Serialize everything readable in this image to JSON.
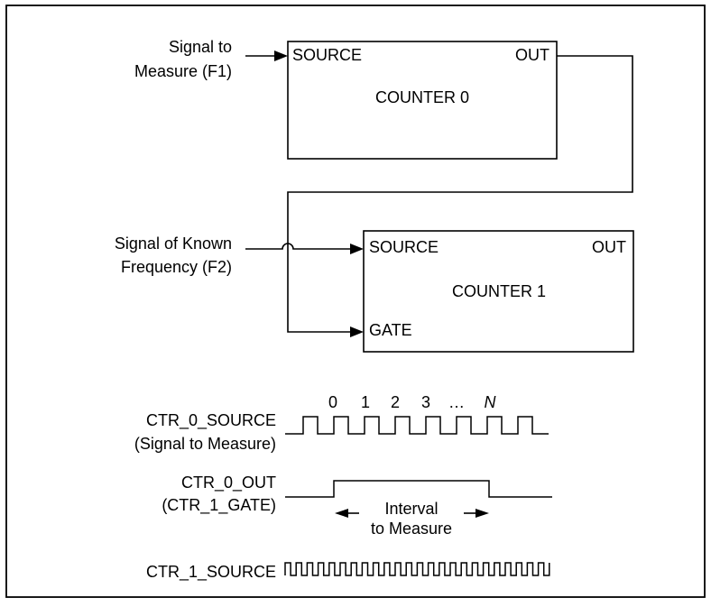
{
  "counter0": {
    "title": "COUNTER 0",
    "source_label": "SOURCE",
    "out_label": "OUT"
  },
  "counter1": {
    "title": "COUNTER 1",
    "source_label": "SOURCE",
    "out_label": "OUT",
    "gate_label": "GATE"
  },
  "inputs": {
    "f1_line1": "Signal to",
    "f1_line2": "Measure (F1)",
    "f2_line1": "Signal of Known",
    "f2_line2": "Frequency (F2)"
  },
  "timing": {
    "ctr0_source_line1": "CTR_0_SOURCE",
    "ctr0_source_line2": "(Signal to Measure)",
    "ctr0_out_line1": "CTR_0_OUT",
    "ctr0_out_line2": "(CTR_1_GATE)",
    "ctr1_source": "CTR_1_SOURCE",
    "interval_line1": "Interval",
    "interval_line2": "to Measure",
    "count_labels": [
      "0",
      "1",
      "2",
      "3",
      "…",
      "N"
    ]
  }
}
